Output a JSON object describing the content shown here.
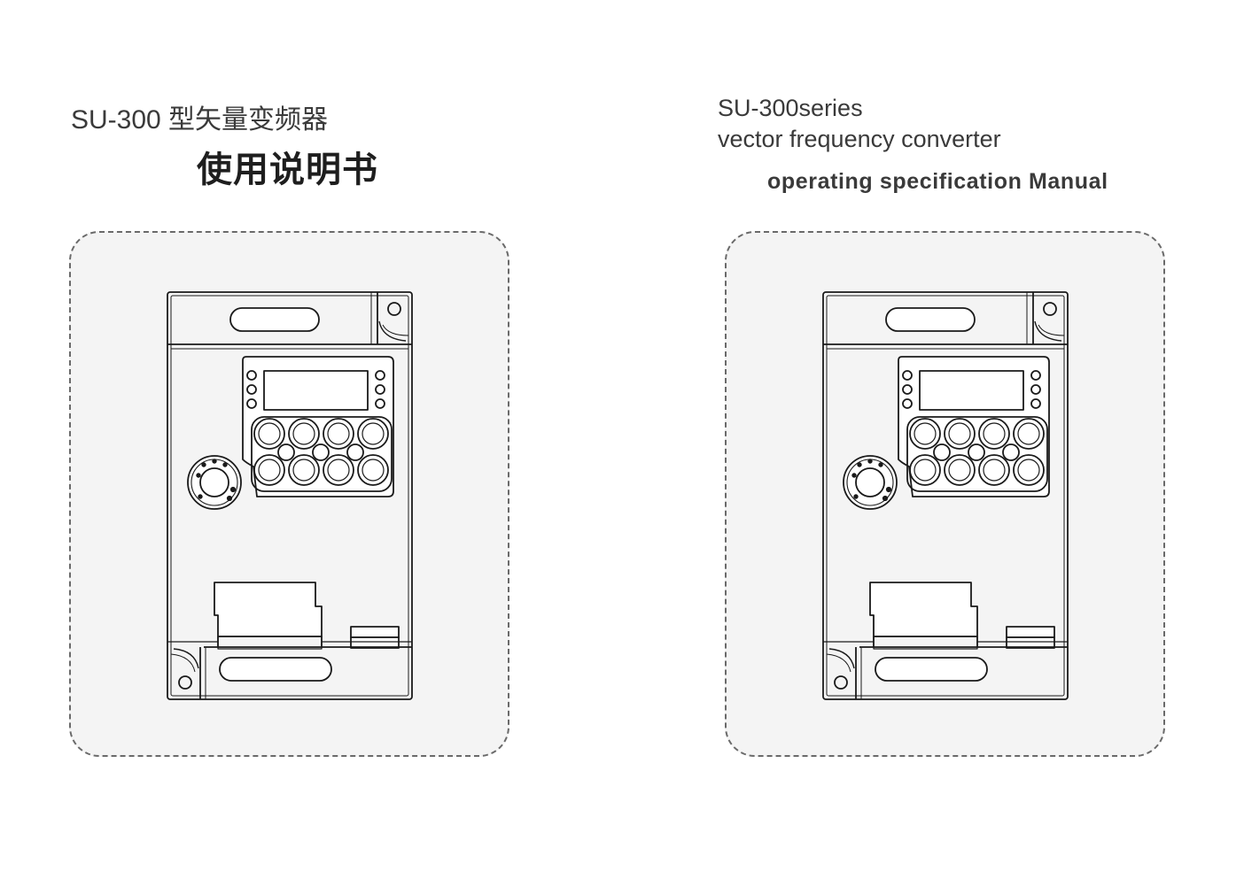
{
  "left": {
    "model_cn": "SU-300 型矢量变频器",
    "title_cn": "使用说明书"
  },
  "right": {
    "model_en": "SU-300series",
    "subtitle_en": "vector frequency converter",
    "title_en": "operating specification Manual"
  },
  "colors": {
    "text": "#3a3a3a",
    "title": "#1e1e1e",
    "panel_fill": "#f4f4f4",
    "panel_border": "#6a6a6a",
    "line_art": "#1a1a1a"
  }
}
